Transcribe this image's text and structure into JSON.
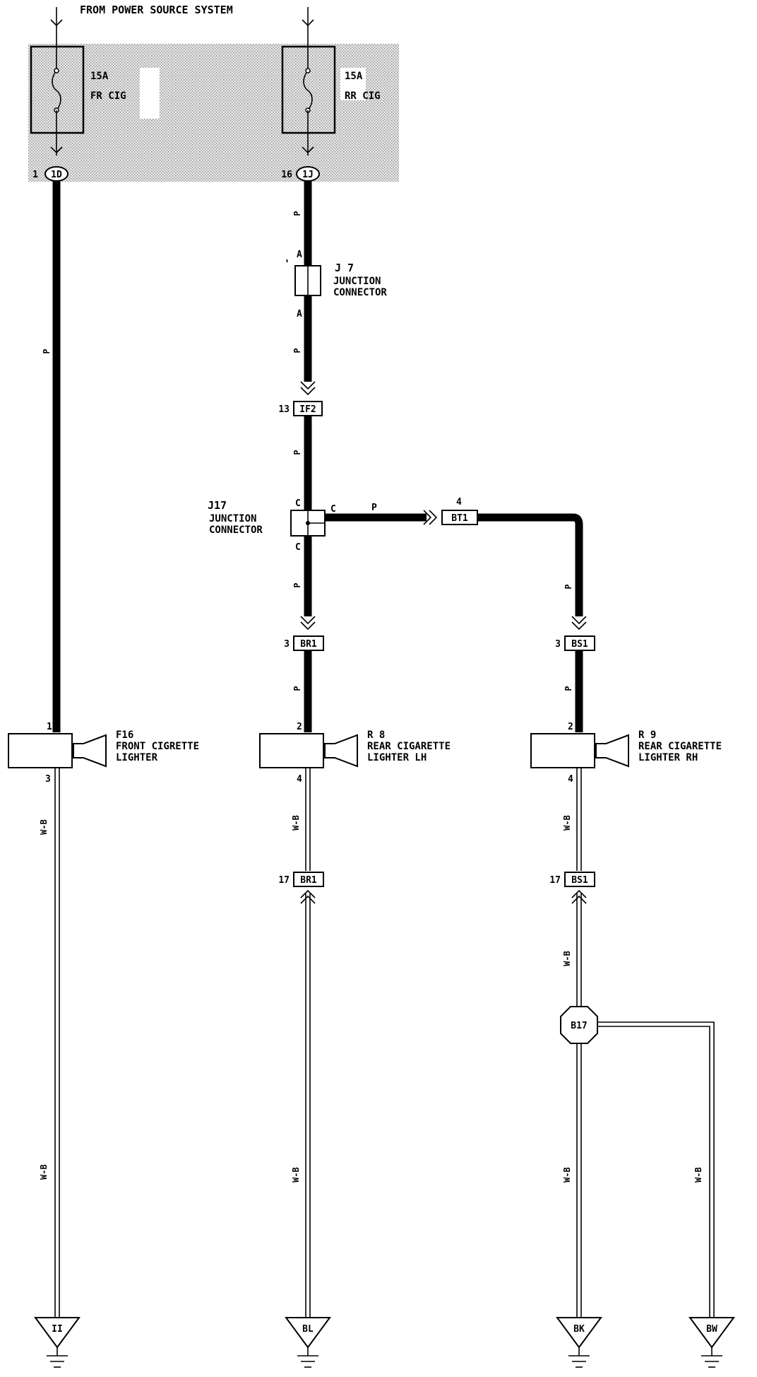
{
  "title": "FROM POWER SOURCE SYSTEM",
  "fuses": [
    {
      "rating": "15A",
      "name": "FR CIG"
    },
    {
      "rating": "15A",
      "name": "RR CIG"
    }
  ],
  "connectors": {
    "c1D": {
      "id": "1D",
      "pin": "1"
    },
    "c1J": {
      "id": "1J",
      "pin": "16"
    },
    "cIF2": {
      "id": "IF2",
      "pin": "13"
    },
    "cBT1": {
      "id": "BT1",
      "pin": "4"
    },
    "cBR1a": {
      "id": "BR1",
      "pin": "3"
    },
    "cBS1a": {
      "id": "BS1",
      "pin": "3"
    },
    "cBR1b": {
      "id": "BR1",
      "pin": "17"
    },
    "cBS1b": {
      "id": "BS1",
      "pin": "17"
    }
  },
  "junctions": {
    "j7": {
      "id": "J 7",
      "line1": "JUNCTION",
      "line2": "CONNECTOR",
      "pin_top": "A",
      "pin_bottom": "A",
      "mark": "'"
    },
    "j17": {
      "id": "J17",
      "line1": "JUNCTION",
      "line2": "CONNECTOR",
      "pin_top": "C",
      "pin_right": "C",
      "pin_bottom": "C"
    }
  },
  "components": {
    "f16": {
      "id": "F16",
      "line1": "FRONT CIGRETTE",
      "line2": "LIGHTER",
      "pin_in": "1",
      "pin_out": "3"
    },
    "r8": {
      "id": "R 8",
      "line1": "REAR CIGARETTE",
      "line2": "LIGHTER LH",
      "pin_in": "2",
      "pin_out": "4"
    },
    "r9": {
      "id": "R 9",
      "line1": "REAR CIGARETTE",
      "line2": "LIGHTER RH",
      "pin_in": "2",
      "pin_out": "4"
    }
  },
  "wire_colors": {
    "power": "P",
    "ground": "W-B"
  },
  "splice": "B17",
  "grounds": [
    "II",
    "BL",
    "BK",
    "BW"
  ]
}
